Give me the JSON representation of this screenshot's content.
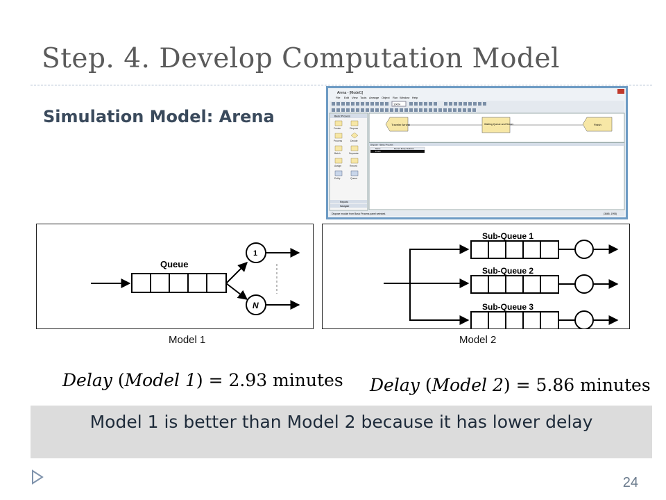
{
  "slide": {
    "title": "Step. 4. Develop Computation Model",
    "subtitle": "Simulation Model: Arena",
    "page_number": "24"
  },
  "arena": {
    "window_title": "Arena - [Model1]",
    "menu": [
      "File",
      "Edit",
      "View",
      "Tools",
      "Arrange",
      "Object",
      "Run",
      "Window",
      "Help"
    ],
    "zoom": "100%",
    "panel_header": "Basic Process",
    "modules": [
      "Create",
      "Dispose",
      "Process",
      "Decide",
      "Batch",
      "Separate",
      "Assign",
      "Record",
      "Entity",
      "Queue"
    ],
    "footer_items": [
      "Reports",
      "Navigate"
    ],
    "flow": [
      "Traveler Arrival",
      "Waiting Queue and Server",
      "Finish"
    ],
    "sheet_title": "Dispose - Basic Process",
    "sheet_columns": [
      "Name",
      "Record Entity Statistics"
    ],
    "sheet_row": [
      "Finish",
      ""
    ],
    "status_text": "Dispose module from Basic Process panel selected.",
    "status_coords": "(3665, 1993)"
  },
  "model1": {
    "queue_label": "Queue",
    "server_top": "1",
    "server_bottom": "N",
    "caption": "Model 1"
  },
  "model2": {
    "subqueues": [
      "Sub-Queue 1",
      "Sub-Queue 2",
      "Sub-Queue 3"
    ],
    "caption": "Model 2"
  },
  "equations": {
    "eq1_lhs": "Delay",
    "eq1_arg": "Model 1",
    "eq1_rhs": "= 2.93 minutes",
    "eq2_lhs": "Delay",
    "eq2_arg": "Model 2",
    "eq2_rhs": "= 5.86 minutes"
  },
  "conclusion": "Model 1 is better than Model 2 because it has lower delay",
  "colors": {
    "accent_rule": "#a9b8cc",
    "title": "#5a5a5a",
    "subtitle": "#3a4a5c",
    "box": "#dcdcdc",
    "bullet": "#7f93ac"
  }
}
